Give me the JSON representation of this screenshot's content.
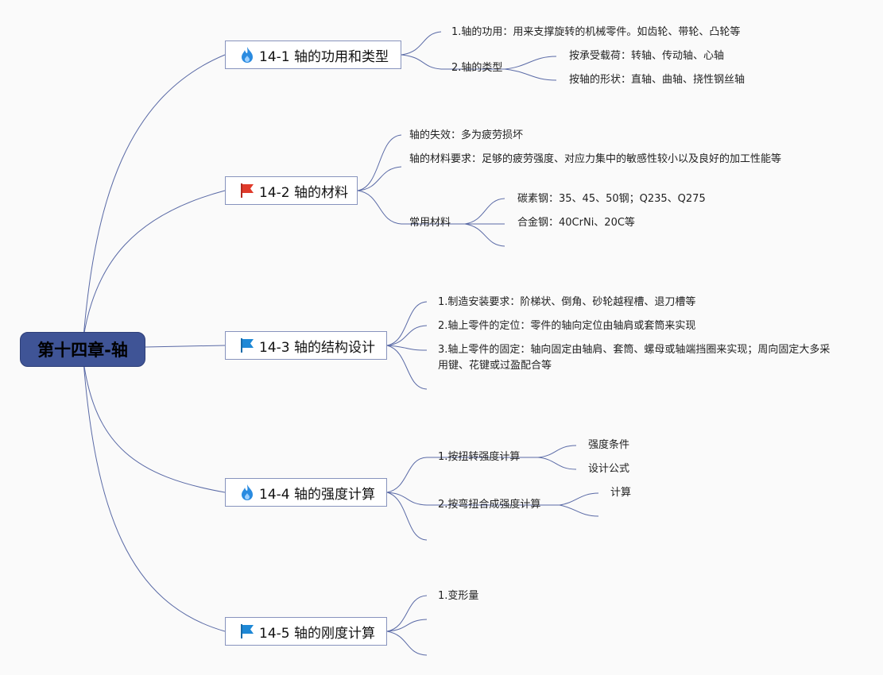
{
  "root": "第十四章-轴",
  "topics": {
    "t1": {
      "label": "14-1 轴的功用和类型",
      "icon": "fire-icon"
    },
    "t2": {
      "label": "14-2 轴的材料",
      "icon": "red-flag-icon"
    },
    "t3": {
      "label": "14-3 轴的结构设计",
      "icon": "blue-flag-icon"
    },
    "t4": {
      "label": "14-4 轴的强度计算",
      "icon": "fire-icon"
    },
    "t5": {
      "label": "14-5 轴的刚度计算",
      "icon": "blue-flag-icon"
    }
  },
  "nodes": {
    "t1_a": "1.轴的功用：用来支撑旋转的机械零件。如齿轮、带轮、凸轮等",
    "t1_b": "2.轴的类型",
    "t1_b1": "按承受载荷：转轴、传动轴、心轴",
    "t1_b2": "按轴的形状：直轴、曲轴、挠性钢丝轴",
    "t2_a": "轴的失效：多为疲劳损坏",
    "t2_b": "轴的材料要求：足够的疲劳强度、对应力集中的敏感性较小以及良好的加工性能等",
    "t2_c": "常用材料",
    "t2_c1": "碳素钢：35、45、50钢；Q235、Q275",
    "t2_c2": "合金钢：40CrNi、20C等",
    "t3_a": "1.制造安装要求：阶梯状、倒角、砂轮越程槽、退刀槽等",
    "t3_b": "2.轴上零件的定位：零件的轴向定位由轴肩或套筒来实现",
    "t3_c": "3.轴上零件的固定：轴向固定由轴肩、套筒、螺母或轴端挡圈来实现；周向固定大多采用键、花键或过盈配合等",
    "t4_a": "1.按扭转强度计算",
    "t4_a1": "强度条件",
    "t4_a2": "设计公式",
    "t4_b": "2.按弯扭合成强度计算",
    "t4_b1": "计算",
    "t5_a": "1.变形量"
  },
  "colors": {
    "line": "#5a6aa6",
    "root": "#3f5496",
    "fire": "#2a8be0",
    "red_flag": "#e03a2a",
    "blue_flag": "#1e88d6"
  }
}
